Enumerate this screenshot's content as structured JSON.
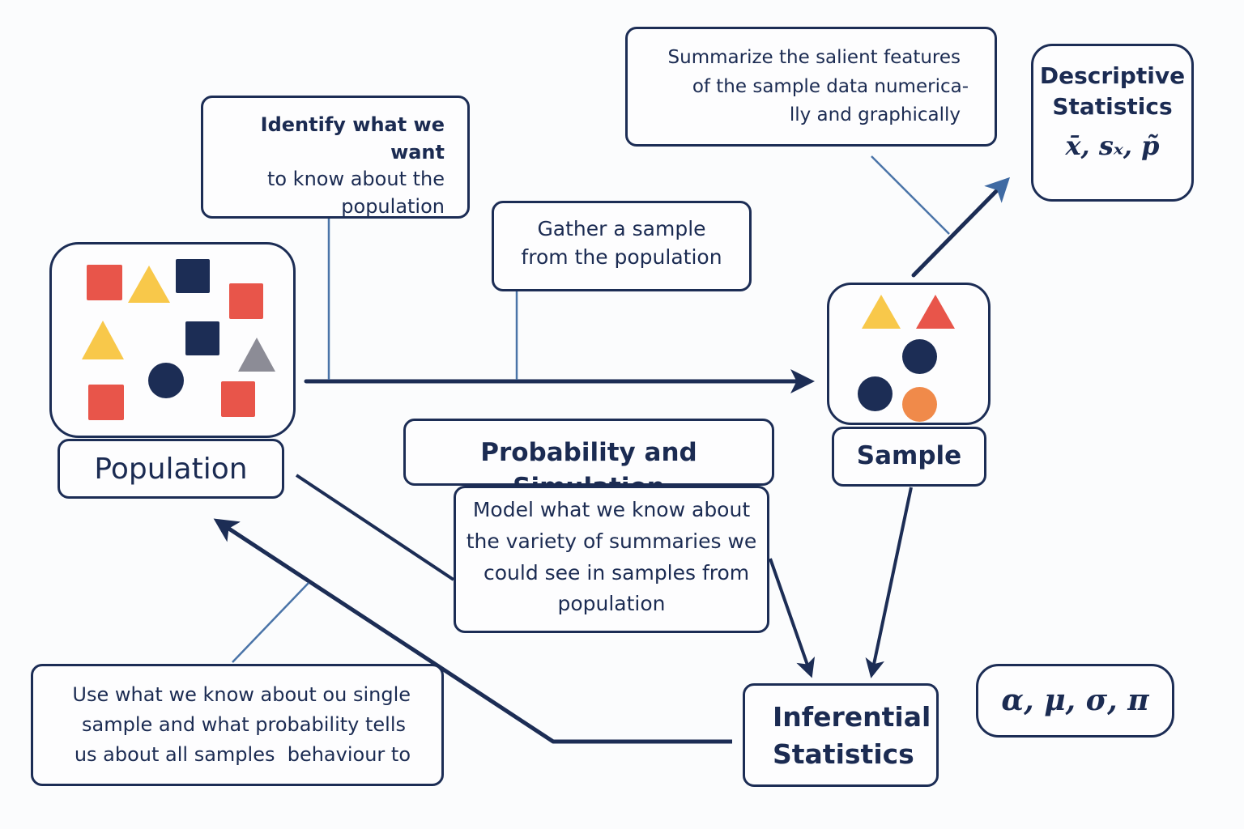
{
  "colors": {
    "navy": "#1c2d55",
    "line_light": "#4a74a8",
    "red": "#e8554a",
    "yellow": "#f8c84a",
    "gray": "#8c8c96",
    "orange": "#f08a4a"
  },
  "nodes": {
    "population": {
      "label": "Population"
    },
    "sample": {
      "label": "Sample"
    },
    "descriptive": {
      "line1": "Descriptive",
      "line2": "Statistics",
      "symbols": "x̄, sₓ, p̃"
    },
    "inferential": {
      "line1": "Inferential",
      "line2": "Statistics"
    },
    "probability": {
      "label": "Probability and Simulation"
    },
    "parameters": {
      "symbols": "α, μ, σ, π"
    }
  },
  "notes": {
    "identify": [
      "Identify what we want",
      "to know about the",
      "population"
    ],
    "gather": [
      "Gather a sample",
      "from the population"
    ],
    "summarize": [
      "Summarize the salient features",
      "of the sample data numerica-",
      "lly and graphically"
    ],
    "model": [
      "Model what we know about",
      "the variety of summaries we",
      "could see in samples from",
      "population"
    ],
    "use": [
      "Use what we know about ou single",
      "sample and what probability tells",
      "us about all samples  behaviour to"
    ]
  },
  "population_items": [
    {
      "shape": "square",
      "color": "red"
    },
    {
      "shape": "triangle",
      "color": "yellow"
    },
    {
      "shape": "square",
      "color": "navy"
    },
    {
      "shape": "square",
      "color": "red"
    },
    {
      "shape": "triangle",
      "color": "yellow"
    },
    {
      "shape": "square",
      "color": "navy"
    },
    {
      "shape": "triangle",
      "color": "gray"
    },
    {
      "shape": "circle",
      "color": "navy"
    },
    {
      "shape": "square",
      "color": "red"
    },
    {
      "shape": "square",
      "color": "red"
    }
  ],
  "sample_items": [
    {
      "shape": "triangle",
      "color": "yellow"
    },
    {
      "shape": "triangle",
      "color": "red"
    },
    {
      "shape": "circle",
      "color": "navy"
    },
    {
      "shape": "circle",
      "color": "navy"
    },
    {
      "shape": "circle",
      "color": "orange"
    }
  ]
}
